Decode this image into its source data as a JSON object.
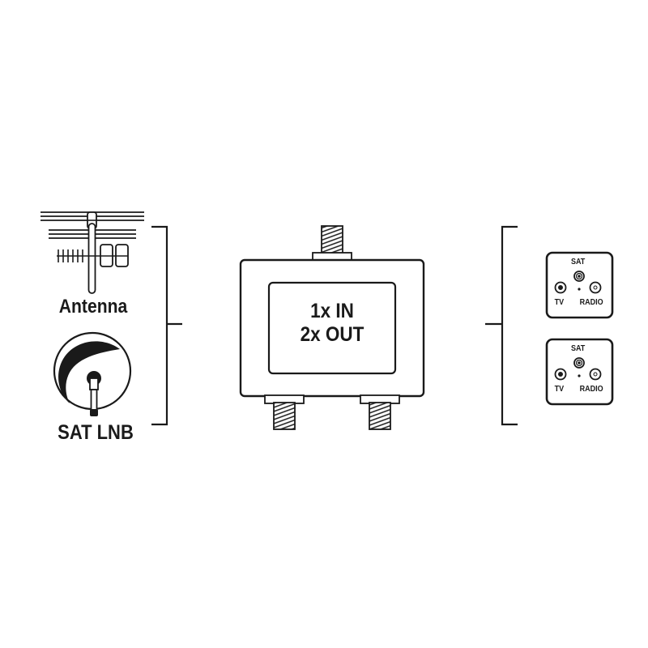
{
  "diagram": {
    "type": "connection-diagram",
    "sources": {
      "antenna": {
        "label": "Antenna",
        "icon": "antenna-icon"
      },
      "sat": {
        "label": "SAT LNB",
        "icon": "satellite-dish-icon"
      }
    },
    "splitter": {
      "line1": "1x IN",
      "line2": "2x OUT",
      "inputs": 1,
      "outputs": 2
    },
    "sockets": [
      {
        "top": "SAT",
        "left": "TV",
        "right": "RADIO"
      },
      {
        "top": "SAT",
        "left": "TV",
        "right": "RADIO"
      }
    ],
    "colors": {
      "stroke": "#1a1a1a",
      "background": "#ffffff"
    }
  }
}
